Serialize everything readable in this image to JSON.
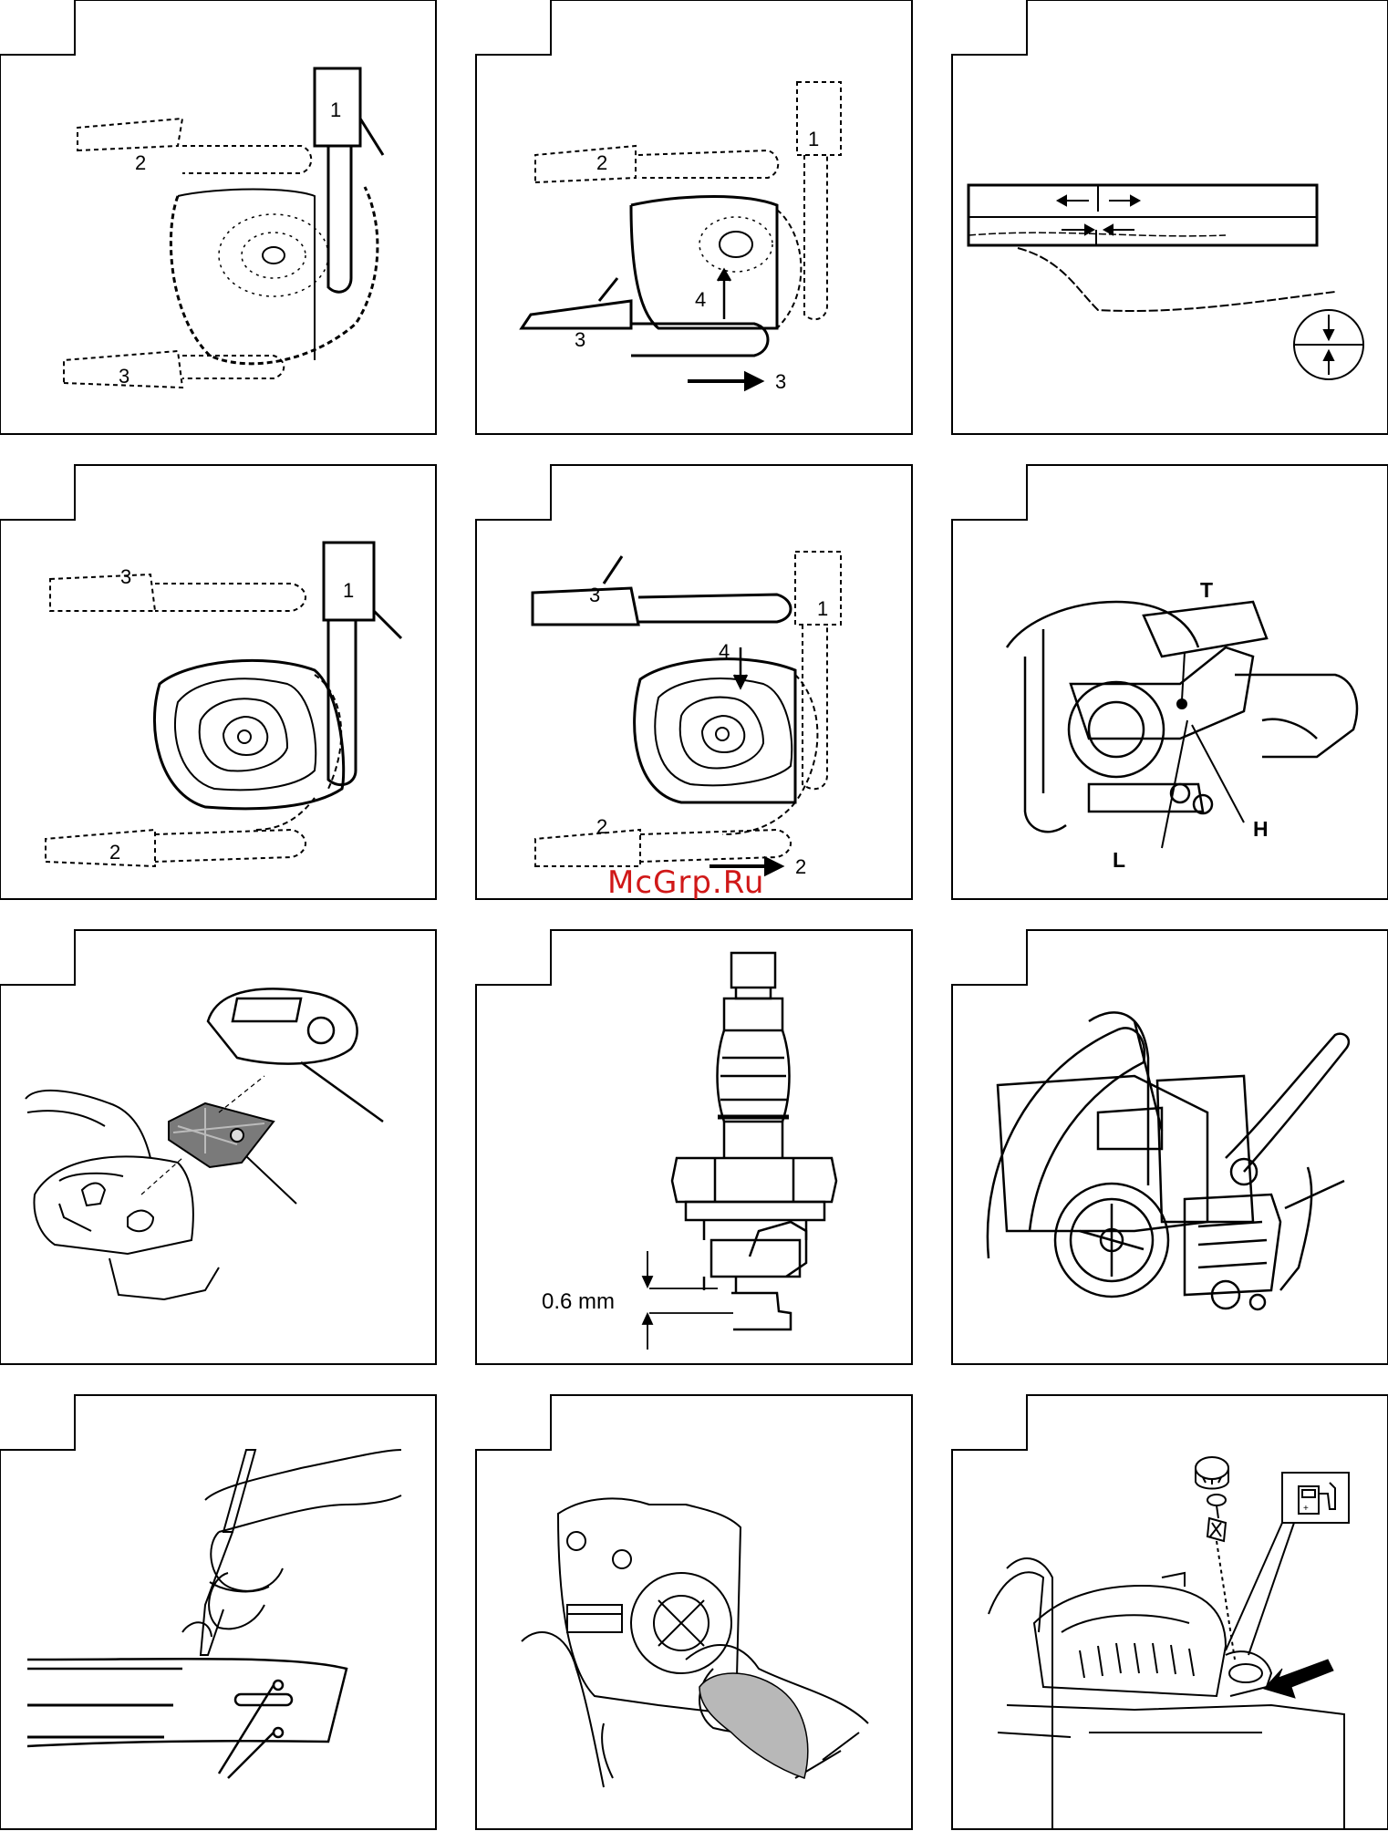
{
  "watermark": "McGrp.Ru",
  "panels": [
    {
      "id": "p1",
      "labels": [
        "1",
        "2",
        "3"
      ]
    },
    {
      "id": "p2",
      "labels": [
        "1",
        "2",
        "4",
        "3",
        "3"
      ]
    },
    {
      "id": "p3",
      "labels": []
    },
    {
      "id": "p4",
      "labels": [
        "3",
        "1",
        "2"
      ]
    },
    {
      "id": "p5",
      "labels": [
        "3",
        "1",
        "4",
        "2",
        "2"
      ]
    },
    {
      "id": "p6",
      "labels": [
        "T",
        "L",
        "H"
      ]
    },
    {
      "id": "p7",
      "labels": []
    },
    {
      "id": "p8",
      "labels": [
        "0.6 mm"
      ]
    },
    {
      "id": "p9",
      "labels": []
    },
    {
      "id": "p10",
      "labels": []
    },
    {
      "id": "p11",
      "labels": []
    },
    {
      "id": "p12",
      "labels": []
    }
  ]
}
